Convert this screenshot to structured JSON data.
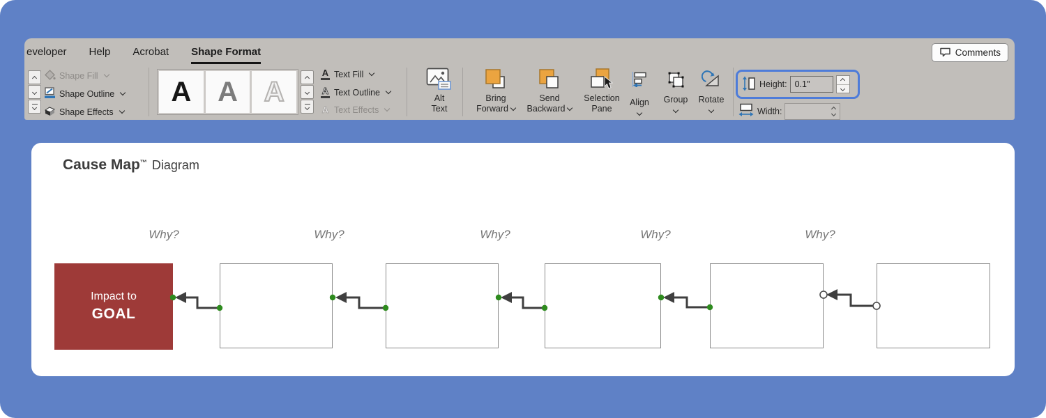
{
  "ribbon": {
    "tabs": [
      {
        "label": "eveloper"
      },
      {
        "label": "Help"
      },
      {
        "label": "Acrobat"
      },
      {
        "label": "Shape Format"
      }
    ],
    "comments_label": "Comments",
    "shape_styles": {
      "fill_label": "Shape Fill",
      "outline_label": "Shape Outline",
      "effects_label": "Shape Effects"
    },
    "wordart": {
      "sample_letter": "A",
      "text_fill_label": "Text Fill",
      "text_outline_label": "Text Outline",
      "text_effects_label": "Text Effects"
    },
    "accessibility": {
      "alt_text_line1": "Alt",
      "alt_text_line2": "Text"
    },
    "arrange": {
      "bring_forward_line1": "Bring",
      "bring_forward_line2": "Forward",
      "send_backward_line1": "Send",
      "send_backward_line2": "Backward",
      "selection_pane_line1": "Selection",
      "selection_pane_line2": "Pane",
      "align_label": "Align",
      "group_label": "Group",
      "rotate_label": "Rotate"
    },
    "size": {
      "height_label": "Height:",
      "height_value": "0.1\"",
      "width_label": "Width:",
      "width_value": ""
    }
  },
  "diagram": {
    "title_bold": "Cause Map",
    "title_tm": "™",
    "title_rest": "Diagram",
    "why_labels": [
      "Why?",
      "Why?",
      "Why?",
      "Why?",
      "Why?"
    ],
    "goal_box": {
      "line1": "Impact to",
      "line2": "GOAL"
    }
  },
  "icons": {
    "comments": "speech-bubble",
    "shape_fill": "paint-bucket",
    "shape_outline": "pen-with-color-bar",
    "shape_effects": "3d-cube",
    "alt_text": "picture-with-caption",
    "bring_forward": "orange-square-front",
    "send_backward": "orange-square-behind",
    "selection_pane": "squares-with-cursor",
    "align": "bars-left-arrow",
    "group": "overlapping-squares-handles",
    "rotate": "circular-arrow-triangle",
    "height": "vertical-double-arrow",
    "width": "horizontal-double-arrow"
  },
  "colors": {
    "page_background": "#5f81c6",
    "ribbon_background": "#c1beba",
    "accent_blue": "#2e75b6",
    "highlight_blue": "#4e7cd9",
    "icon_orange": "#eba440",
    "goal_red": "#9e3a38",
    "connector_gray": "#3f3f3f",
    "endpoint_green": "#2e8b1e"
  }
}
